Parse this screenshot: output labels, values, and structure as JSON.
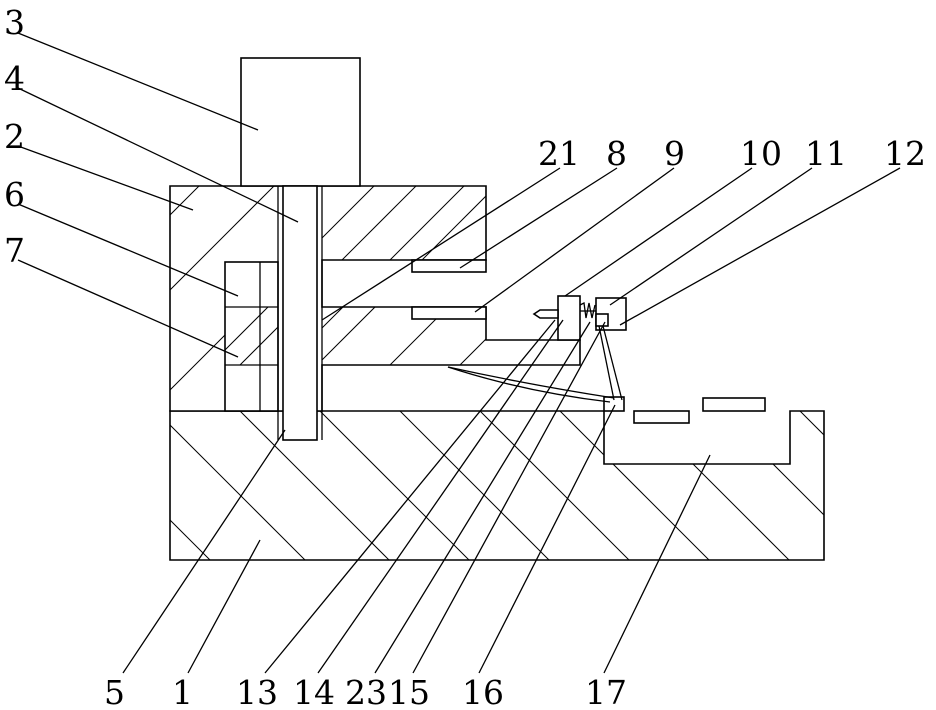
{
  "figure": {
    "kind": "mechanical-section-drawing",
    "line_color": "#000000",
    "background": "#ffffff",
    "labels": {
      "l3": "3",
      "l4": "4",
      "l2": "2",
      "l6": "6",
      "l7": "7",
      "l21": "21",
      "l8": "8",
      "l9": "9",
      "l10": "10",
      "l11": "11",
      "l12": "12",
      "l5": "5",
      "l1": "1",
      "l13": "13",
      "l14": "14",
      "l23": "23",
      "l15": "15",
      "l16": "16",
      "l17": "17"
    }
  }
}
